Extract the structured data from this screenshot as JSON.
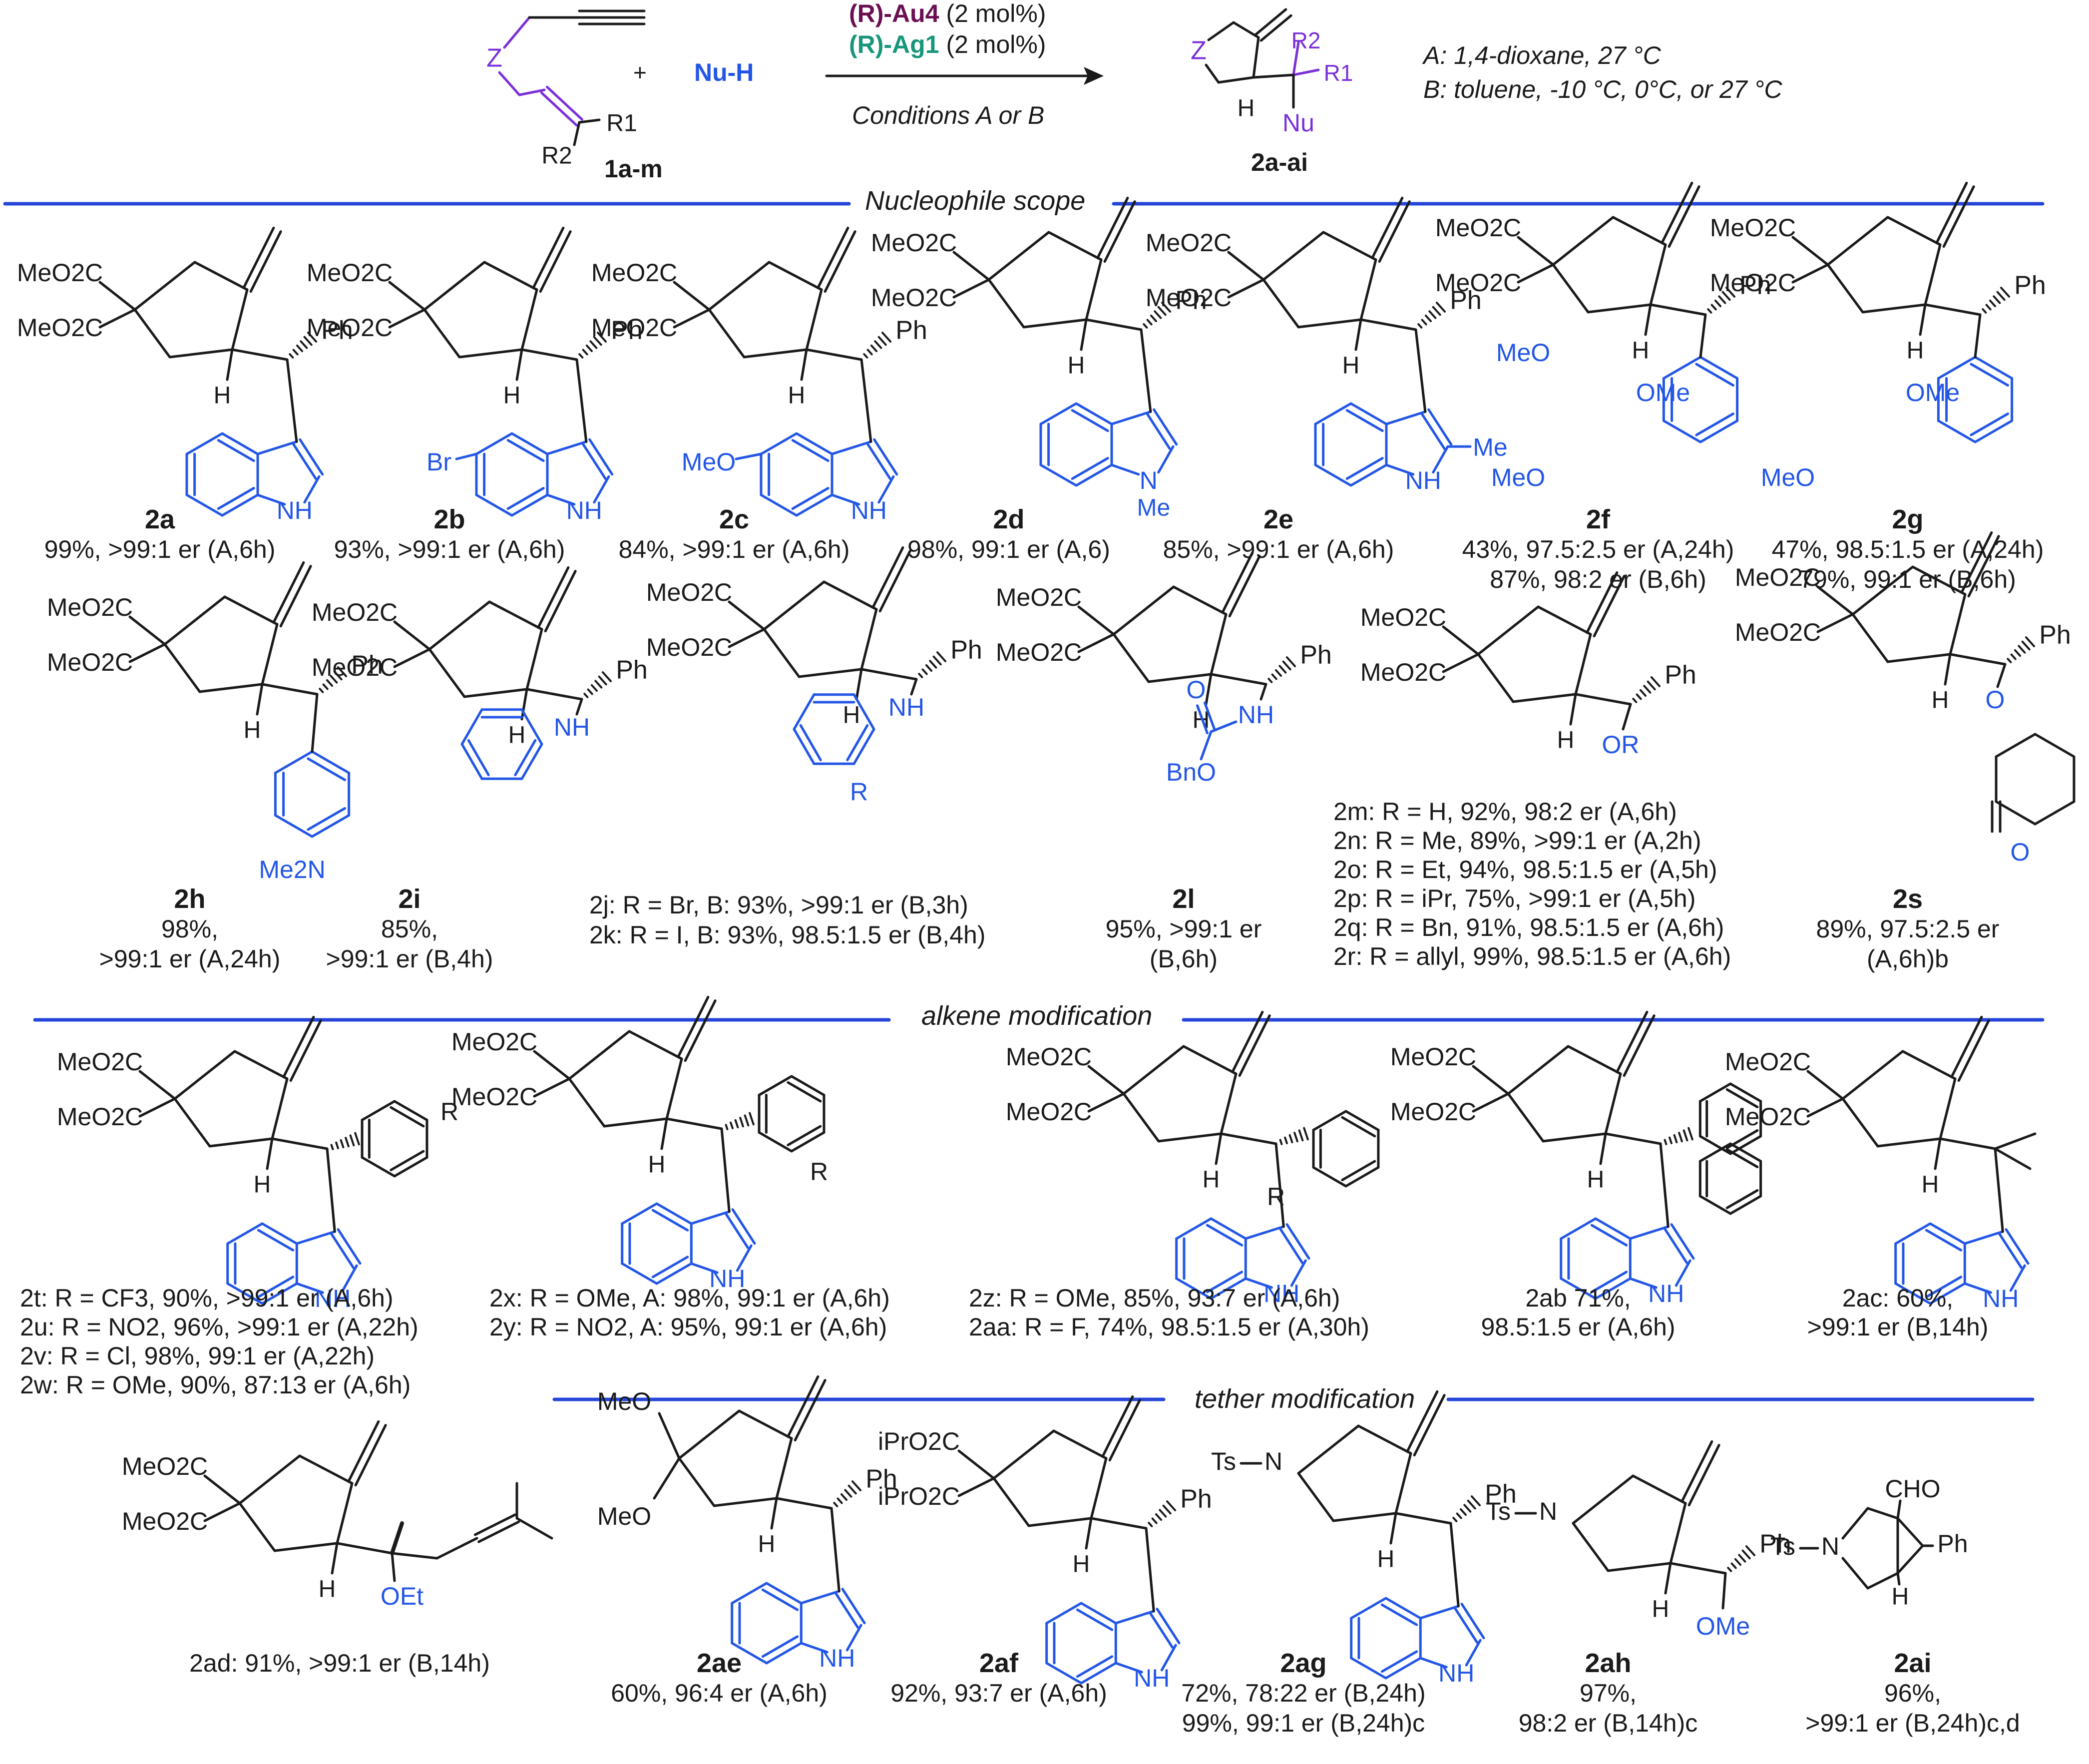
{
  "header": {
    "reactant_label": "1a-m",
    "nucleophile": "Nu-H",
    "reagent_au": "(R)-Au4",
    "reagent_au_load": "(2 mol%)",
    "reagent_ag": "(R)-Ag1",
    "reagent_ag_load": "(2 mol%)",
    "arrow_conditions": "Conditions A or B",
    "product_label": "2a-ai",
    "condition_a": "A: 1,4-dioxane, 27 °C",
    "condition_b": "B: toluene, -10 °C, 0°C, or 27 °C"
  },
  "sections": {
    "nucleophile": "Nucleophile scope",
    "alkene": "alkene modification",
    "tether": "tether modification"
  },
  "compounds": {
    "c2a": {
      "id": "2a",
      "line1": "99%, >99:1 er (A,6h)"
    },
    "c2b": {
      "id": "2b",
      "line1": "93%, >99:1 er (A,6h)"
    },
    "c2c": {
      "id": "2c",
      "line1": "84%, >99:1 er (A,6h)"
    },
    "c2d": {
      "id": "2d",
      "line1": "98%, 99:1 er (A,6)"
    },
    "c2e": {
      "id": "2e",
      "line1": "85%, >99:1 er (A,6h)"
    },
    "c2f": {
      "id": "2f",
      "line1": "43%, 97.5:2.5 er (A,24h)",
      "line2": "87%, 98:2 er (B,6h)"
    },
    "c2g": {
      "id": "2g",
      "line1": "47%, 98.5:1.5 er (A,24h)",
      "line2": "79%, 99:1 er (B,6h)"
    },
    "c2h": {
      "id": "2h",
      "line1": "98%,",
      "line2": ">99:1 er (A,24h)"
    },
    "c2i": {
      "id": "2i",
      "line1": "85%,",
      "line2": ">99:1 er (B,4h)"
    },
    "c2jk": {
      "line1": "2j: R = Br, B: 93%, >99:1 er (B,3h)",
      "line2": "2k: R = I, B: 93%, 98.5:1.5 er (B,4h)"
    },
    "c2l": {
      "id": "2l",
      "line1": "95%, >99:1 er",
      "line2": "(B,6h)"
    },
    "c2mr": {
      "lines": [
        "2m: R = H, 92%, 98:2 er (A,6h)",
        "2n: R = Me, 89%, >99:1 er (A,2h)",
        "2o: R = Et, 94%, 98.5:1.5 er (A,5h)",
        "2p: R = iPr, 75%, >99:1 er (A,5h)",
        "2q: R = Bn, 91%, 98.5:1.5 er (A,6h)",
        "2r: R = allyl, 99%, 98.5:1.5 er (A,6h)"
      ]
    },
    "c2s": {
      "id": "2s",
      "line1": "89%, 97.5:2.5 er",
      "line2": "(A,6h)b"
    },
    "c2tw": {
      "lines": [
        "2t: R = CF3, 90%, >99:1 er (A,6h)",
        "2u: R = NO2, 96%, >99:1 er (A,22h)",
        "2v: R = Cl, 98%, 99:1 er (A,22h)",
        "2w: R = OMe, 90%, 87:13 er (A,6h)"
      ]
    },
    "c2xy": {
      "line1": "2x: R = OMe, A: 98%, 99:1 er (A,6h)",
      "line2": "2y: R = NO2, A: 95%, 99:1 er (A,6h)"
    },
    "c2zaa": {
      "line1": "2z: R = OMe, 85%, 93:7 er (A,6h)",
      "line2": "2aa: R = F, 74%, 98.5:1.5 er (A,30h)"
    },
    "c2ab": {
      "line1": "2ab 71%,",
      "line2": "98.5:1.5 er (A,6h)"
    },
    "c2ac": {
      "line1": "2ac: 60%,",
      "line2": ">99:1 er (B,14h)"
    },
    "c2ad": {
      "line1": "2ad: 91%, >99:1 er (B,14h)"
    },
    "c2ae": {
      "id": "2ae",
      "line1": "60%, 96:4 er (A,6h)"
    },
    "c2af": {
      "id": "2af",
      "line1": "92%, 93:7 er (A,6h)"
    },
    "c2ag": {
      "id": "2ag",
      "line1": "72%, 78:22 er (B,24h)",
      "line2": "99%, 99:1 er (B,24h)c"
    },
    "c2ah": {
      "id": "2ah",
      "line1": "97%,",
      "line2": "98:2 er (B,14h)c"
    },
    "c2ai": {
      "id": "2ai",
      "line1": "96%,",
      "line2": ">99:1 er (B,24h)c,d"
    }
  },
  "atoms": {
    "ester": "MeO2C",
    "ph": "Ph",
    "h": "H",
    "nh": "NH",
    "n": "N",
    "me": "Me",
    "br": "Br",
    "meo": "MeO",
    "ome": "OMe",
    "me2n": "Me2N",
    "r": "R",
    "or": "OR",
    "bno": "BnO",
    "o": "O",
    "oet": "OEt",
    "ipr_ester": "iPrO2C",
    "ts": "Ts",
    "cho": "CHO",
    "z": "Z",
    "r1": "R1",
    "r2": "R2",
    "nu": "Nu"
  },
  "colors": {
    "blue": "#2356e6",
    "purple": "#7a30d8",
    "au": "#6b0f52",
    "ag": "#16967a",
    "rule": "#2545d8",
    "bond": "#1a1a1a"
  }
}
